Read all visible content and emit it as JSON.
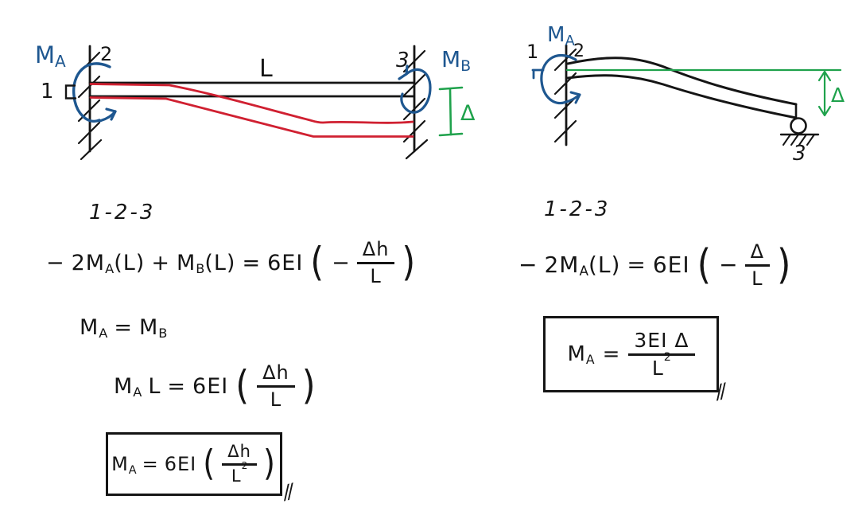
{
  "colors": {
    "ink": "#151515",
    "blue": "#1e5790",
    "red": "#d02031",
    "green": "#1fa24c"
  },
  "diagram_left": {
    "moment_a": {
      "base": "M",
      "sub": "A"
    },
    "moment_b": {
      "base": "M",
      "sub": "B"
    },
    "node_1": "1",
    "node_2": "2",
    "node_3": "3",
    "length_label": "L",
    "delta_label": "Δ"
  },
  "diagram_right": {
    "moment_a": {
      "base": "M",
      "sub": "A"
    },
    "node_1": "1",
    "node_2": "2",
    "node_3": "3",
    "delta_label": "Δ"
  },
  "work_left": {
    "span_label": "1-2-3",
    "eq1": {
      "minus": "−",
      "term1": "2M",
      "term1_sub": "A",
      "term1_arg": "(L)",
      "plus": "+",
      "term2": "M",
      "term2_sub": "B",
      "term2_arg": "(L)",
      "equals": "=",
      "coef": "6EI",
      "open": "(",
      "inner_minus": "−",
      "frac_num": "Δh",
      "frac_den": "L",
      "close": ")"
    },
    "eq2": {
      "lhs": "M",
      "lhs_sub": "A",
      "equals": "=",
      "rhs": "M",
      "rhs_sub": "B"
    },
    "eq3": {
      "lhs": "M",
      "lhs_sub": "A",
      "lhs2": "L",
      "equals": "=",
      "coef": "6EI",
      "open": "(",
      "frac_num": "Δh",
      "frac_den": "L",
      "close": ")"
    },
    "eq4": {
      "lhs": "M",
      "lhs_sub": "A",
      "equals": "=",
      "coef": "6EI",
      "open": "(",
      "frac_num": "Δh",
      "frac_den": "L",
      "frac_den_sup": "2",
      "close": ")"
    },
    "end_mark": "//"
  },
  "work_right": {
    "span_label": "1-2-3",
    "eq1": {
      "minus": "−",
      "term1": "2M",
      "term1_sub": "A",
      "term1_arg": "(L)",
      "equals": "=",
      "coef": "6EI",
      "open": "(",
      "inner_minus": "−",
      "frac_num": "Δ",
      "frac_den": "L",
      "close": ")"
    },
    "eq2": {
      "lhs": "M",
      "lhs_sub": "A",
      "equals": "=",
      "frac_num": "3EI Δ",
      "frac_den": "L",
      "frac_den_sup": "2"
    },
    "end_mark": "//"
  }
}
